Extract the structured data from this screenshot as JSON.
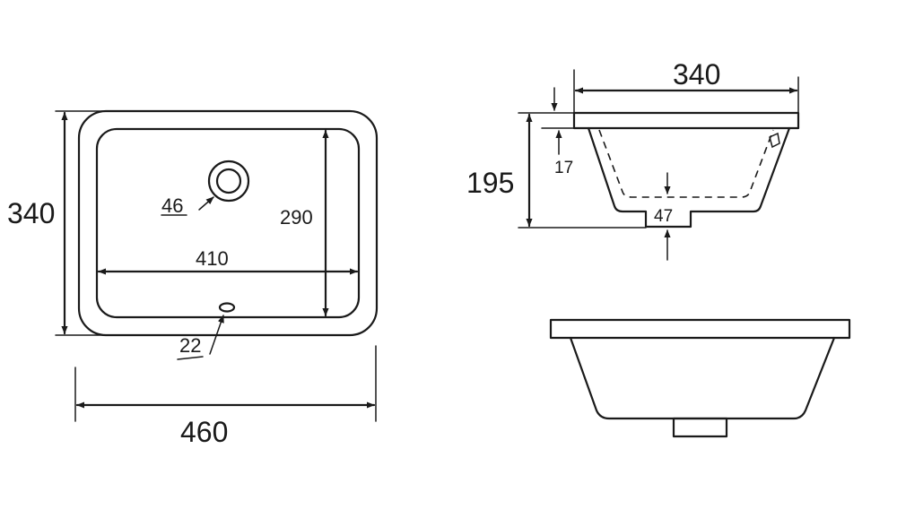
{
  "top_view": {
    "outer_depth": "340",
    "inner_depth": "290",
    "inner_width": "410",
    "drain_diameter": "46",
    "overflow_diameter": "22",
    "outer_width": "460"
  },
  "side_section": {
    "width": "340",
    "height": "195",
    "rim_thickness": "17",
    "bottom_thickness": "47"
  }
}
